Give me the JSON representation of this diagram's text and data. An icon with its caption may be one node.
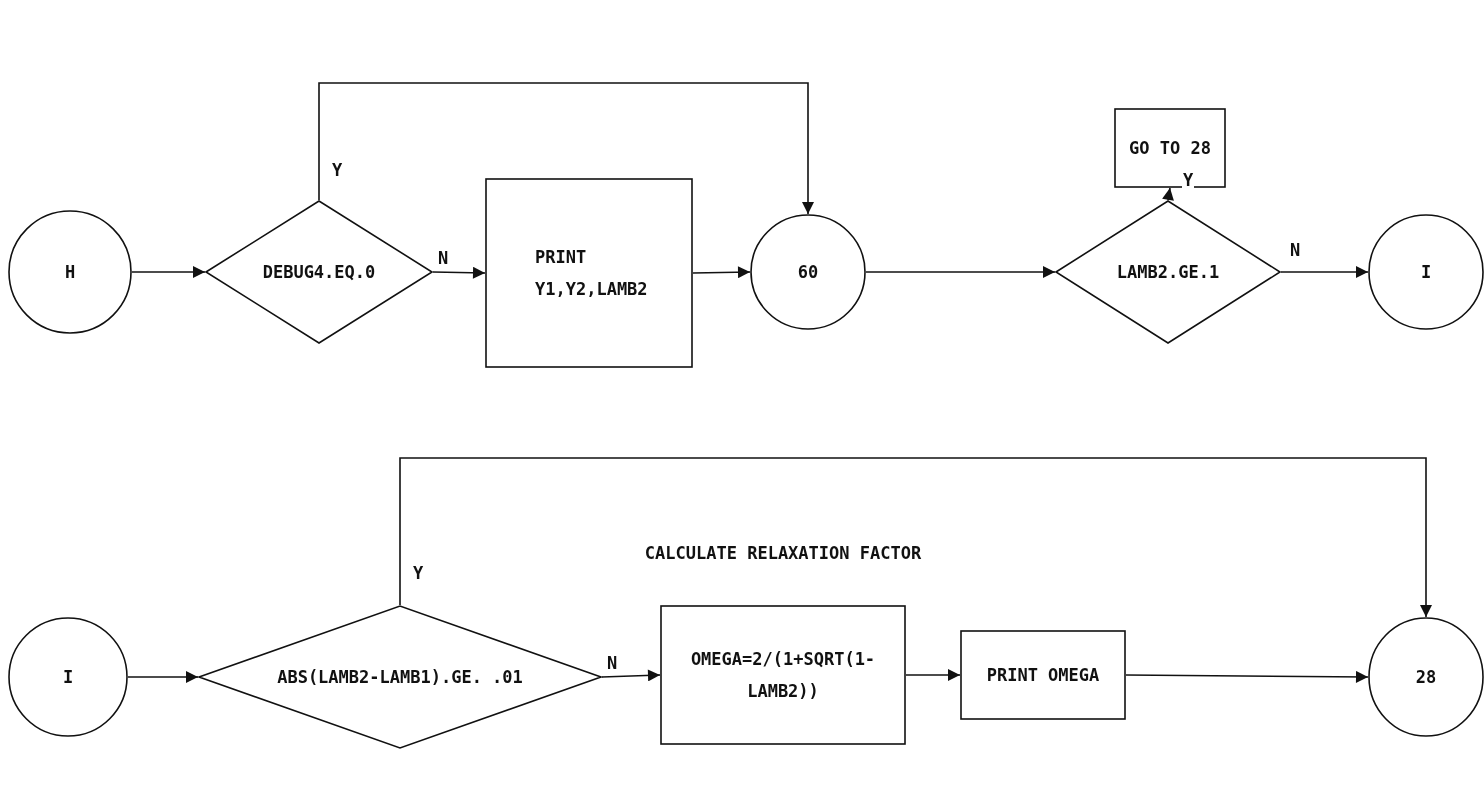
{
  "diagram": {
    "nodes": [
      {
        "text": [
          "H"
        ]
      },
      {
        "text": [
          "DEBUG4.EQ.0"
        ]
      },
      {
        "text": [
          "PRINT",
          "Y1,Y2,LAMB2"
        ]
      },
      {
        "text": [
          "60"
        ]
      },
      {
        "text": [
          "LAMB2.GE.1"
        ]
      },
      {
        "text": [
          "GO TO 28"
        ]
      },
      {
        "text": [
          "I"
        ]
      },
      {
        "text": [
          "I"
        ]
      },
      {
        "text": [
          "ABS(LAMB2-LAMB1).GE. .01"
        ]
      },
      {
        "text": [
          "CALCULATE RELAXATION FACTOR",
          "OMEGA=2/(1+SQRT(1- LAMB2))"
        ]
      },
      {
        "text": [
          "PRINT OMEGA"
        ]
      },
      {
        "text": [
          "28"
        ]
      }
    ],
    "edges": [
      {
        "from": 0,
        "to": 1,
        "arrow": "to"
      },
      {
        "from": 1,
        "to": 2,
        "arrow": "to",
        "label": "N"
      },
      {
        "from": 1,
        "to": 3,
        "arrow": "to",
        "label": "Y"
      },
      {
        "from": 2,
        "to": 3,
        "arrow": "to"
      },
      {
        "from": 3,
        "to": 4,
        "arrow": "to"
      },
      {
        "from": 4,
        "to": 5,
        "arrow": "to",
        "label": "Y"
      },
      {
        "from": 4,
        "to": 6,
        "arrow": "to",
        "label": "N"
      },
      {
        "from": 7,
        "to": 8,
        "arrow": "to"
      },
      {
        "from": 8,
        "to": 9,
        "arrow": "to",
        "label": "N"
      },
      {
        "from": 8,
        "to": 11,
        "arrow": "to",
        "label": "Y"
      },
      {
        "from": 9,
        "to": 10,
        "arrow": "to"
      },
      {
        "from": 10,
        "to": 11,
        "arrow": "to"
      }
    ]
  }
}
